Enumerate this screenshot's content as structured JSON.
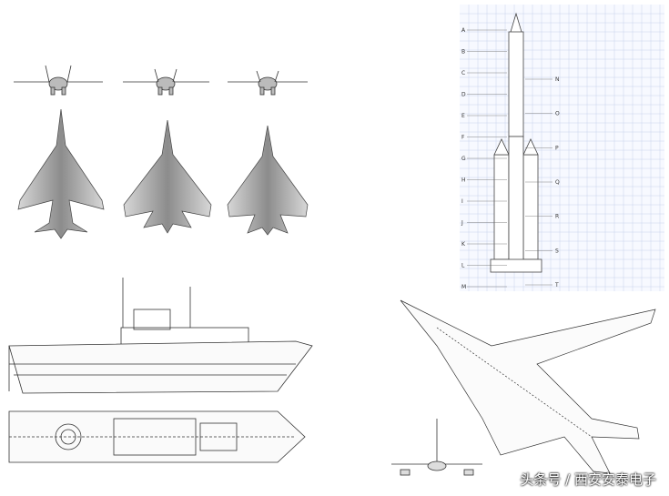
{
  "watermark": "头条号 / 西安安泰电子",
  "rocket": {
    "left_labels": [
      "A",
      "B",
      "C",
      "D",
      "E",
      "F",
      "G",
      "H",
      "I",
      "J",
      "K",
      "L",
      "M"
    ],
    "right_labels": [
      "N",
      "O",
      "P",
      "Q",
      "R",
      "S",
      "T"
    ]
  }
}
